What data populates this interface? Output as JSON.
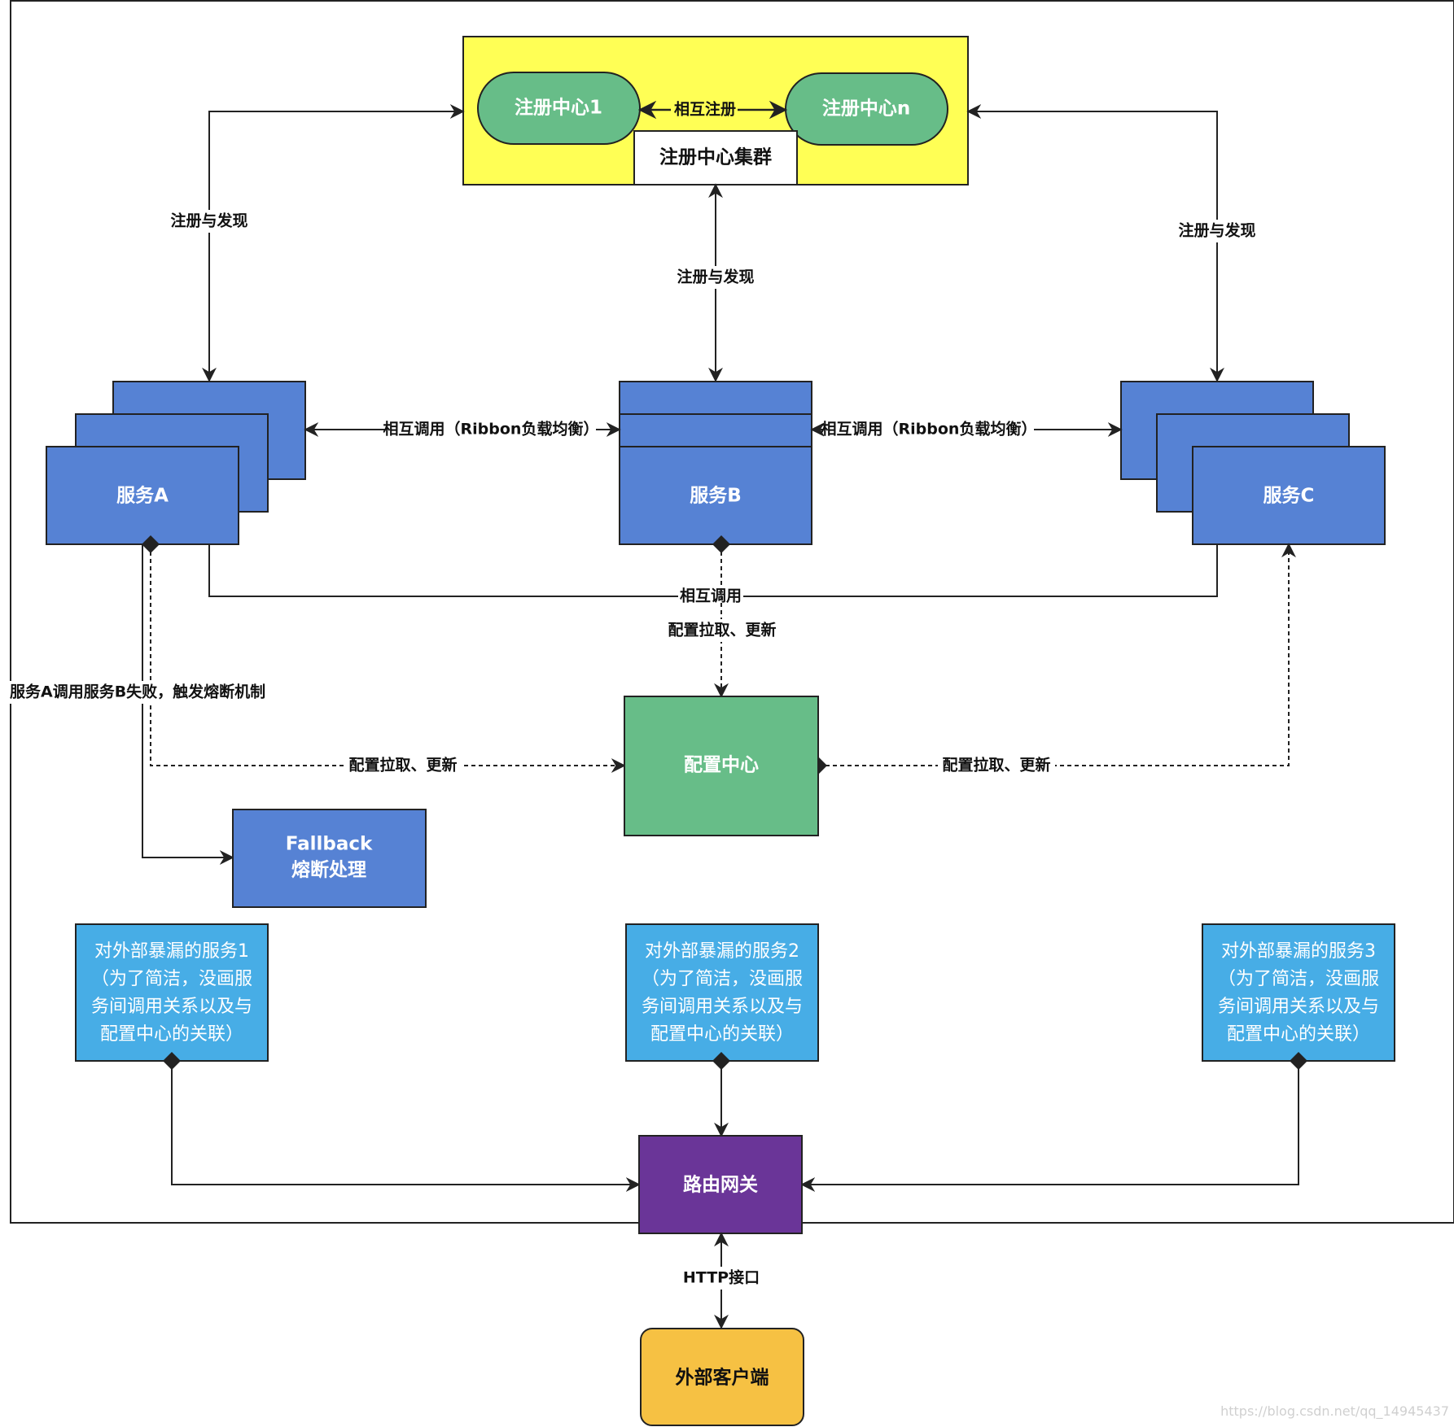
{
  "colors": {
    "cluster_bg": "#ffff55",
    "registry_node": "#67bd88",
    "service": "#5682d4",
    "config_center": "#67bd88",
    "exposed_service": "#47ade6",
    "gateway": "#6a3598",
    "client": "#f6c143",
    "line": "#222222"
  },
  "registry": {
    "node1": "注册中心1",
    "noden": "注册中心n",
    "cluster_label": "注册中心集群",
    "mutual_register": "相互注册"
  },
  "services": {
    "a": "服务A",
    "b": "服务B",
    "c": "服务C"
  },
  "edges": {
    "register_discover_left": "注册与发现",
    "register_discover_mid": "注册与发现",
    "register_discover_right": "注册与发现",
    "mutual_call_ab": "相互调用（Ribbon负载均衡）",
    "mutual_call_bc": "相互调用（Ribbon负载均衡）",
    "mutual_call_ac": "相互调用",
    "config_pull_b": "配置拉取、更新",
    "config_pull_a": "配置拉取、更新",
    "config_pull_c": "配置拉取、更新",
    "circuit_break": "服务A调用服务B失败，触发熔断机制",
    "http": "HTTP接口"
  },
  "config_center": "配置中心",
  "fallback": {
    "line1": "Fallback",
    "line2": "熔断处理"
  },
  "exposed": [
    {
      "lines": [
        "对外部暴漏的服务1",
        "（为了简洁，没画服",
        "务间调用关系以及与",
        "配置中心的关联）"
      ]
    },
    {
      "lines": [
        "对外部暴漏的服务2",
        "（为了简洁，没画服",
        "务间调用关系以及与",
        "配置中心的关联）"
      ]
    },
    {
      "lines": [
        "对外部暴漏的服务3",
        "（为了简洁，没画服",
        "务间调用关系以及与",
        "配置中心的关联）"
      ]
    }
  ],
  "gateway": "路由网关",
  "client": "外部客户端",
  "watermark": "https://blog.csdn.net/qq_14945437"
}
